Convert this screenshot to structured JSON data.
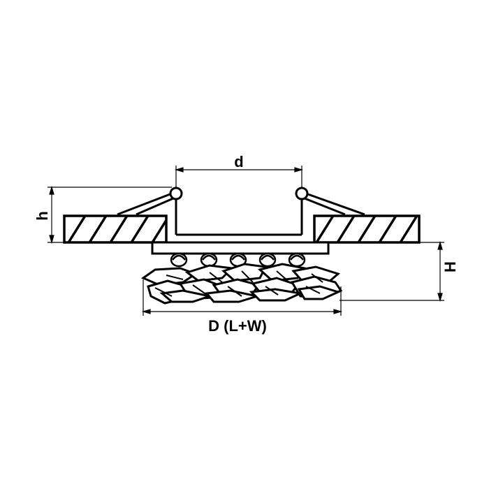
{
  "labels": {
    "d": "d",
    "h": "h",
    "H": "H",
    "D": "D (L+W)"
  },
  "colors": {
    "stroke": "#000000",
    "background": "#ffffff"
  }
}
